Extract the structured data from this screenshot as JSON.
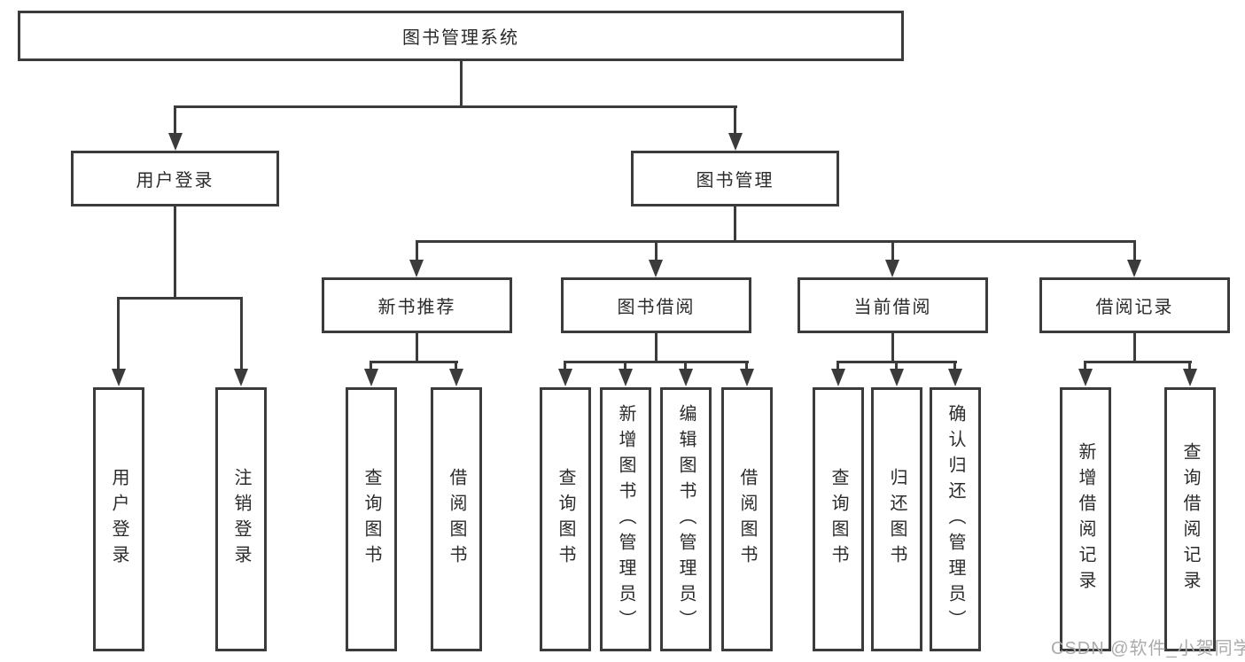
{
  "diagram": {
    "root": {
      "label": "图书管理系统"
    },
    "level1": [
      {
        "id": "user-login",
        "label": "用户登录"
      },
      {
        "id": "book-management",
        "label": "图书管理"
      }
    ],
    "level2": [
      {
        "id": "new-book-recommend",
        "label": "新书推荐"
      },
      {
        "id": "book-borrow",
        "label": "图书借阅"
      },
      {
        "id": "current-borrow",
        "label": "当前借阅"
      },
      {
        "id": "borrow-records",
        "label": "借阅记录"
      }
    ],
    "leaves": {
      "user_login": [
        {
          "label": "用户登录"
        },
        {
          "label": "注销登录"
        }
      ],
      "new_book_recommend": [
        {
          "label": "查询图书"
        },
        {
          "label": "借阅图书"
        }
      ],
      "book_borrow": [
        {
          "label": "查询图书"
        },
        {
          "label": "新增图书（管理员）"
        },
        {
          "label": "编辑图书（管理员）"
        },
        {
          "label": "借阅图书"
        }
      ],
      "current_borrow": [
        {
          "label": "查询图书"
        },
        {
          "label": "归还图书"
        },
        {
          "label": "确认归还（管理员）"
        }
      ],
      "borrow_records": [
        {
          "label": "新增借阅记录"
        },
        {
          "label": "查询借阅记录"
        }
      ]
    },
    "colors": {
      "line": "#3b3b3b",
      "text": "#2b2b2b",
      "background": "#ffffff"
    }
  },
  "watermark": {
    "text": "CSDN @软件_小贺同学",
    "color": "#ababab"
  }
}
